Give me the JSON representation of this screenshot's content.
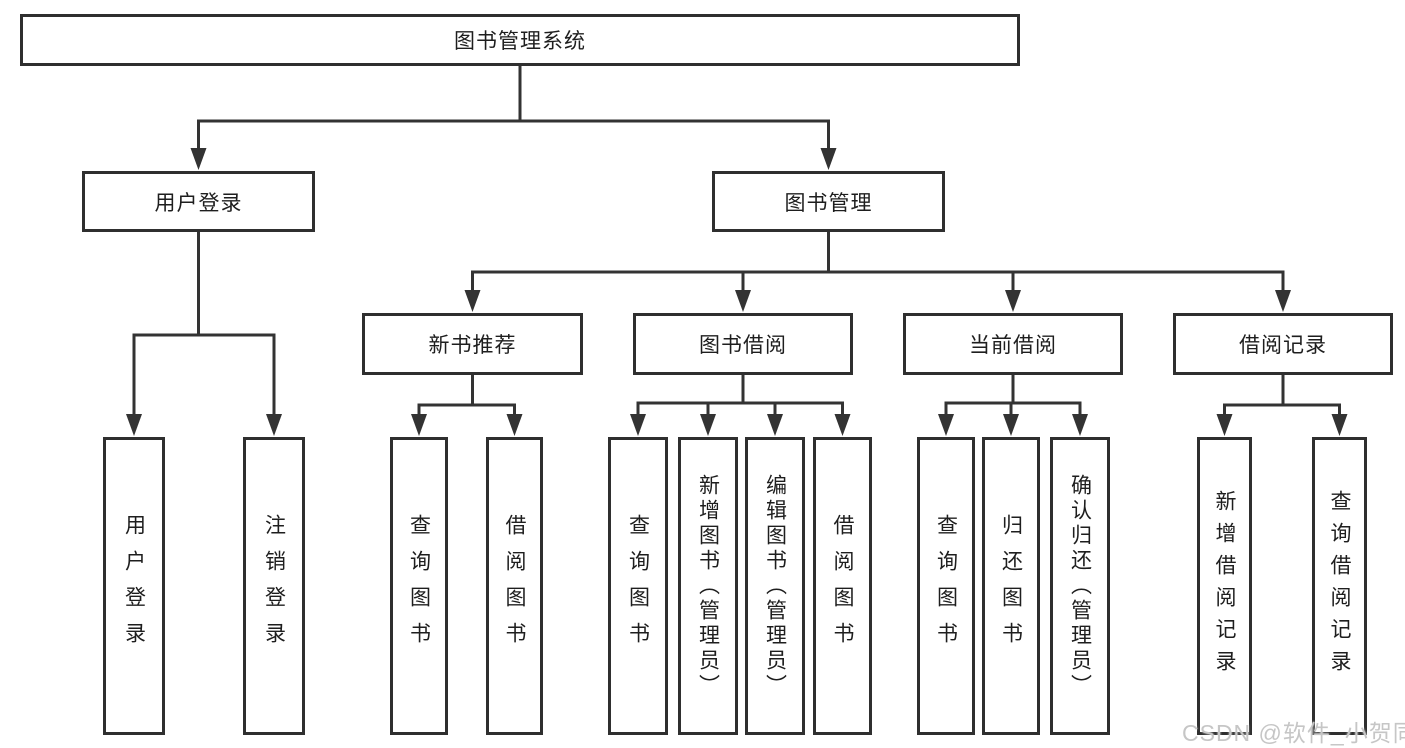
{
  "tree": {
    "root": {
      "label": "图书管理系统",
      "children": [
        {
          "label": "用户登录",
          "children": [
            {
              "label": "用户登录"
            },
            {
              "label": "注销登录"
            }
          ]
        },
        {
          "label": "图书管理",
          "children": [
            {
              "label": "新书推荐",
              "children": [
                {
                  "label": "查询图书"
                },
                {
                  "label": "借阅图书"
                }
              ]
            },
            {
              "label": "图书借阅",
              "children": [
                {
                  "label": "查询图书"
                },
                {
                  "label": "新增图书（管理员）"
                },
                {
                  "label": "编辑图书（管理员）"
                },
                {
                  "label": "借阅图书"
                }
              ]
            },
            {
              "label": "当前借阅",
              "children": [
                {
                  "label": "查询图书"
                },
                {
                  "label": "归还图书"
                },
                {
                  "label": "确认归还（管理员）"
                }
              ]
            },
            {
              "label": "借阅记录",
              "children": [
                {
                  "label": "新增借阅记录"
                },
                {
                  "label": "查询借阅记录"
                }
              ]
            }
          ]
        }
      ]
    }
  },
  "watermark": {
    "text": "CSDN @软件_小贺同学"
  },
  "colors": {
    "line": "#333333",
    "box_border": "#2f2f2f",
    "text": "#1e1e1e",
    "watermark": "#c6c6c6",
    "background": "#ffffff"
  }
}
